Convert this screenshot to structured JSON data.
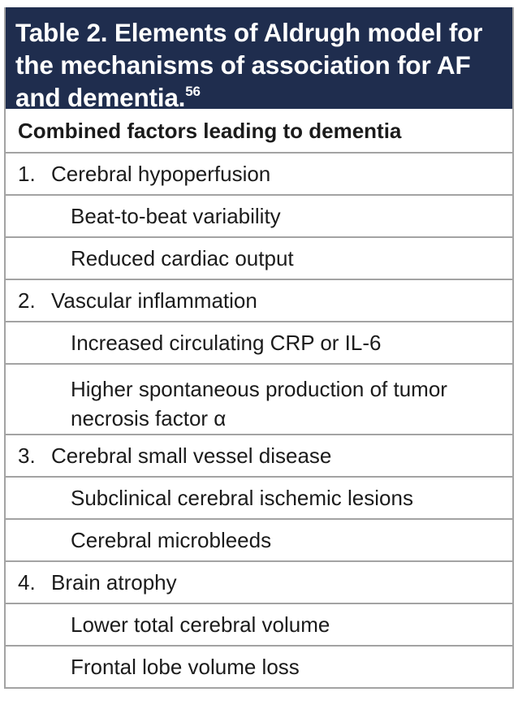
{
  "table": {
    "title": "Table 2. Elements of Aldrugh model for the mechanisms of association for AF and dementia.",
    "title_superscript": "56",
    "header_color": "#1f2d4e",
    "column_header": "Combined factors leading to dementia",
    "categories": [
      {
        "number": "1.",
        "label": "Cerebral hypoperfusion",
        "items": [
          "Beat-to-beat variability",
          "Reduced cardiac output"
        ]
      },
      {
        "number": "2.",
        "label": "Vascular inflammation",
        "items": [
          "Increased circulating CRP or IL-6",
          "Higher spontaneous production of tumor necrosis factor α"
        ]
      },
      {
        "number": "3.",
        "label": "Cerebral small vessel disease",
        "items": [
          "Subclinical cerebral ischemic lesions",
          "Cerebral microbleeds"
        ]
      },
      {
        "number": "4.",
        "label": "Brain atrophy",
        "items": [
          "Lower total cerebral volume",
          "Frontal lobe volume loss"
        ]
      }
    ]
  }
}
